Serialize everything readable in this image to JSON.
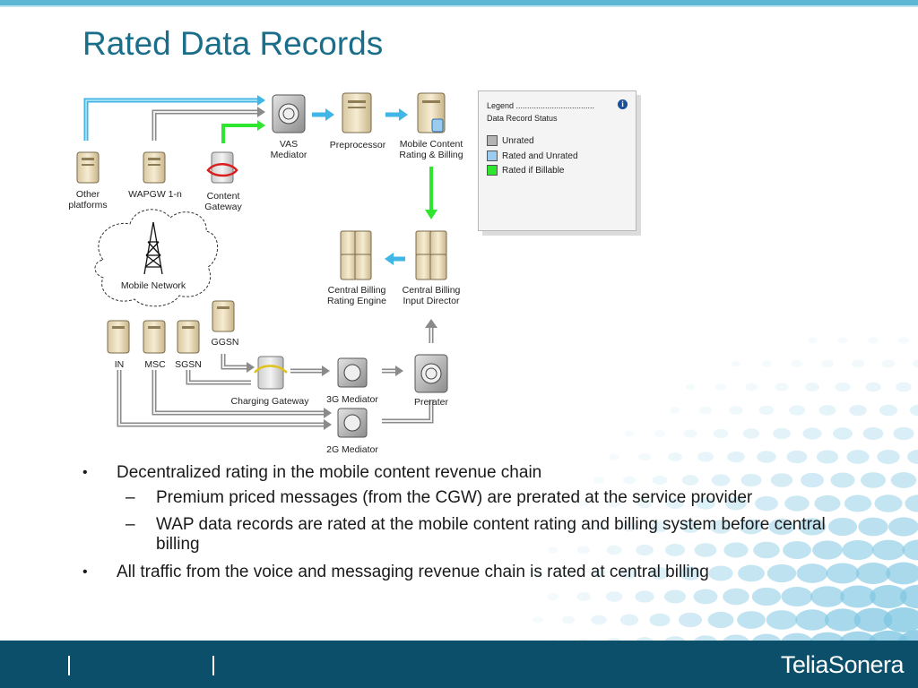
{
  "slide": {
    "title": "Rated Data Records"
  },
  "legend": {
    "title": "Legend ...................................",
    "subtitle": "Data Record Status",
    "icon": "info-icon",
    "items": [
      {
        "label": "Unrated",
        "color": "#b4b4b4"
      },
      {
        "label": "Rated and Unrated",
        "color": "#9ccbf0"
      },
      {
        "label": "Rated if Billable",
        "color": "#2ee62e"
      }
    ]
  },
  "diagram": {
    "nodes": {
      "vas_mediator": [
        "VAS",
        "Mediator"
      ],
      "preprocessor": "Preprocessor",
      "mobile_content": [
        "Mobile Content",
        "Rating & Billing"
      ],
      "other_platforms": [
        "Other",
        "platforms"
      ],
      "wapgw": "WAPGW 1-n",
      "content_gateway": [
        "Content",
        "Gateway"
      ],
      "mobile_network": "Mobile Network",
      "central_billing_rating": [
        "Central Billing",
        "Rating Engine"
      ],
      "central_billing_input": [
        "Central Billing",
        "Input Director"
      ],
      "ggsn": "GGSN",
      "in": "IN",
      "msc": "MSC",
      "sgsn": "SGSN",
      "charging_gateway": "Charging Gateway",
      "mediator_3g": "3G Mediator",
      "prerater": "Prerater",
      "mediator_2g": "2G Mediator"
    },
    "colors": {
      "unrated": "#b4b4b4",
      "rated_and_unrated": "#3fb6e6",
      "rated_if_billable": "#2ee62e"
    }
  },
  "bullets": [
    {
      "level": 1,
      "marker": "•",
      "text": "Decentralized rating in the mobile content revenue chain"
    },
    {
      "level": 2,
      "marker": "–",
      "text": "Premium priced messages (from the CGW) are prerated at the service provider"
    },
    {
      "level": 2,
      "marker": "–",
      "text": "WAP data records are rated at the mobile content rating and billing system before central billing"
    },
    {
      "level": 1,
      "marker": "•",
      "text": "All traffic from the voice and messaging revenue chain is rated at central billing"
    }
  ],
  "footer": {
    "brand": "TeliaSonera"
  }
}
